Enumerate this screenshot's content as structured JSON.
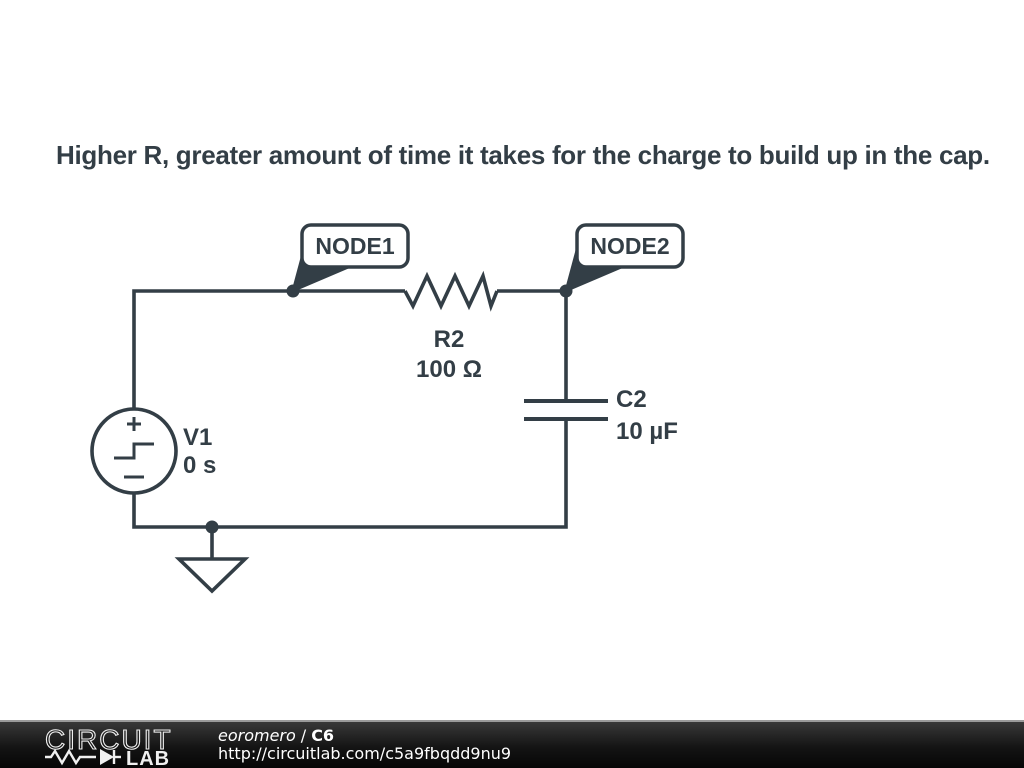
{
  "title": "Higher R, greater amount of time it takes for the charge to build up in the cap.",
  "schematic": {
    "node1_label": "NODE1",
    "node2_label": "NODE2",
    "resistor_name": "R2",
    "resistor_value": "100 Ω",
    "capacitor_name": "C2",
    "capacitor_value": "10 µF",
    "source_name": "V1",
    "source_value": "0 s"
  },
  "footer": {
    "logo_word_top": "CIRCUIT",
    "logo_word_bottom": "LAB",
    "author": "eoromero",
    "separator": "/",
    "project": "C6",
    "url": "http://circuitlab.com/c5a9fbqdd9nu9"
  },
  "colors": {
    "schematic_stroke": "#333e46",
    "footer_background": "#111111",
    "footer_text": "#ffffff"
  }
}
